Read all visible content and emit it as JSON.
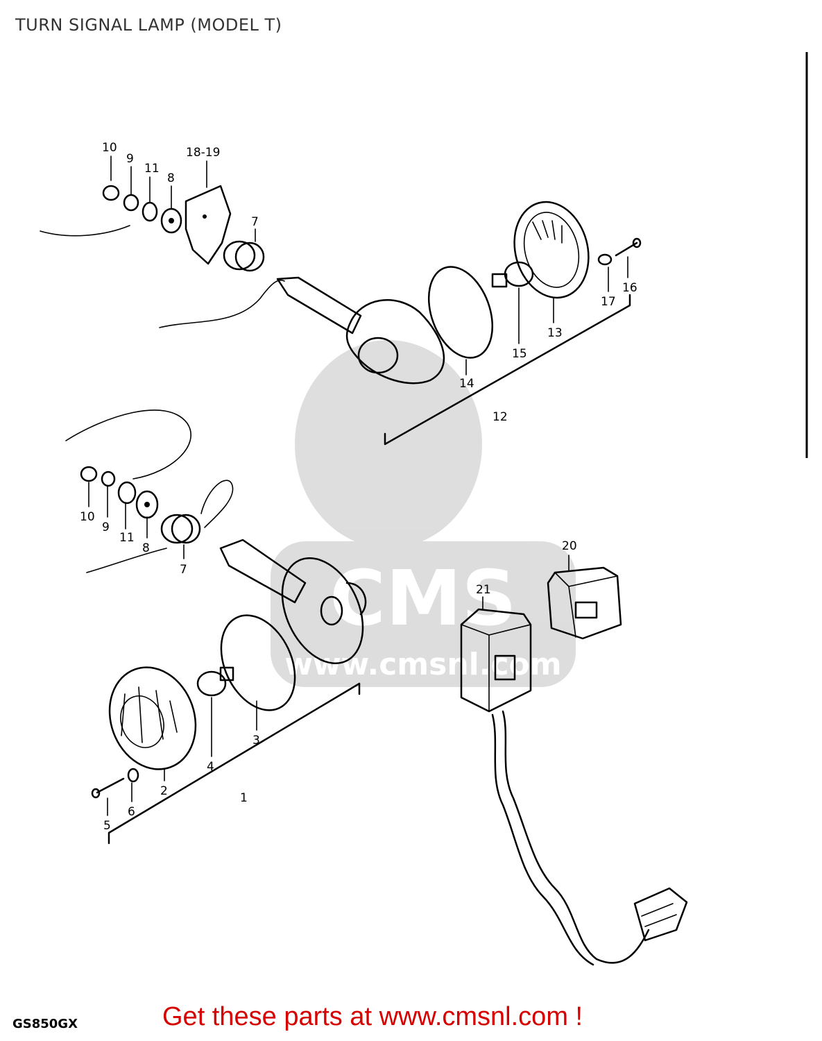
{
  "title": "TURN SIGNAL LAMP (MODEL T)",
  "watermark": {
    "brand": "CMS",
    "site": "www.cmsnl.com"
  },
  "callouts": {
    "upper": [
      "10",
      "9",
      "11",
      "8",
      "18-19",
      "7",
      "17",
      "16",
      "13",
      "15",
      "14",
      "12"
    ],
    "lower": [
      "10",
      "9",
      "11",
      "8",
      "7",
      "20",
      "21",
      "3",
      "4",
      "2",
      "6",
      "5",
      "1"
    ]
  },
  "footer": {
    "model_code": "GS850GX",
    "cta_text": "Get these parts at www.cmsnl.com !",
    "cta_color": "#d60000"
  }
}
